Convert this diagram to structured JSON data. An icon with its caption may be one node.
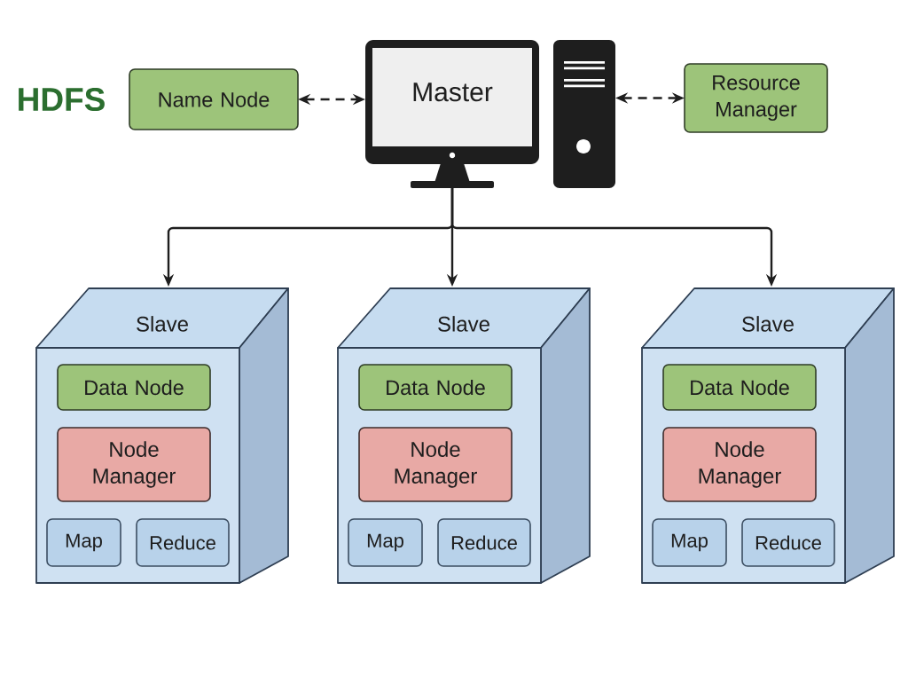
{
  "diagram": {
    "nodes": [
      {
        "text": [
          "Name Node"
        ],
        "beside": [
          "HDFS"
        ]
      },
      {
        "text": [
          "Master"
        ]
      },
      {
        "text": [],
        "shape": "picture"
      },
      {
        "text": [
          "Resource Manager"
        ]
      },
      {
        "text": [
          "Slave"
        ]
      },
      {
        "text": [
          "Data Node"
        ],
        "in": 4
      },
      {
        "text": [
          "Node Manager"
        ],
        "in": 4
      },
      {
        "text": [
          "Map"
        ],
        "in": 4
      },
      {
        "text": [
          "Reduce"
        ],
        "in": 4
      },
      {
        "text": [
          "Slave"
        ]
      },
      {
        "text": [
          "Data Node"
        ],
        "in": 9
      },
      {
        "text": [
          "Node Manager"
        ],
        "in": 9
      },
      {
        "text": [
          "Map"
        ],
        "in": 9
      },
      {
        "text": [
          "Reduce"
        ],
        "in": 9
      },
      {
        "text": [
          "Slave"
        ]
      },
      {
        "text": [
          "Data Node"
        ],
        "in": 14
      },
      {
        "text": [
          "Node Manager"
        ],
        "in": 14
      },
      {
        "text": [
          "Map"
        ],
        "in": 14
      },
      {
        "text": [
          "Reduce"
        ],
        "in": 14
      }
    ],
    "edges": [
      {
        "from": 0,
        "to": 1,
        "arrow": "both",
        "style": "dashed"
      },
      {
        "from": 2,
        "to": 3,
        "arrow": "both",
        "style": "dashed"
      },
      {
        "from": 1,
        "to": 4,
        "arrow": "to"
      },
      {
        "from": 1,
        "to": 9,
        "arrow": "to"
      },
      {
        "from": 1,
        "to": 14,
        "arrow": "to"
      }
    ]
  }
}
